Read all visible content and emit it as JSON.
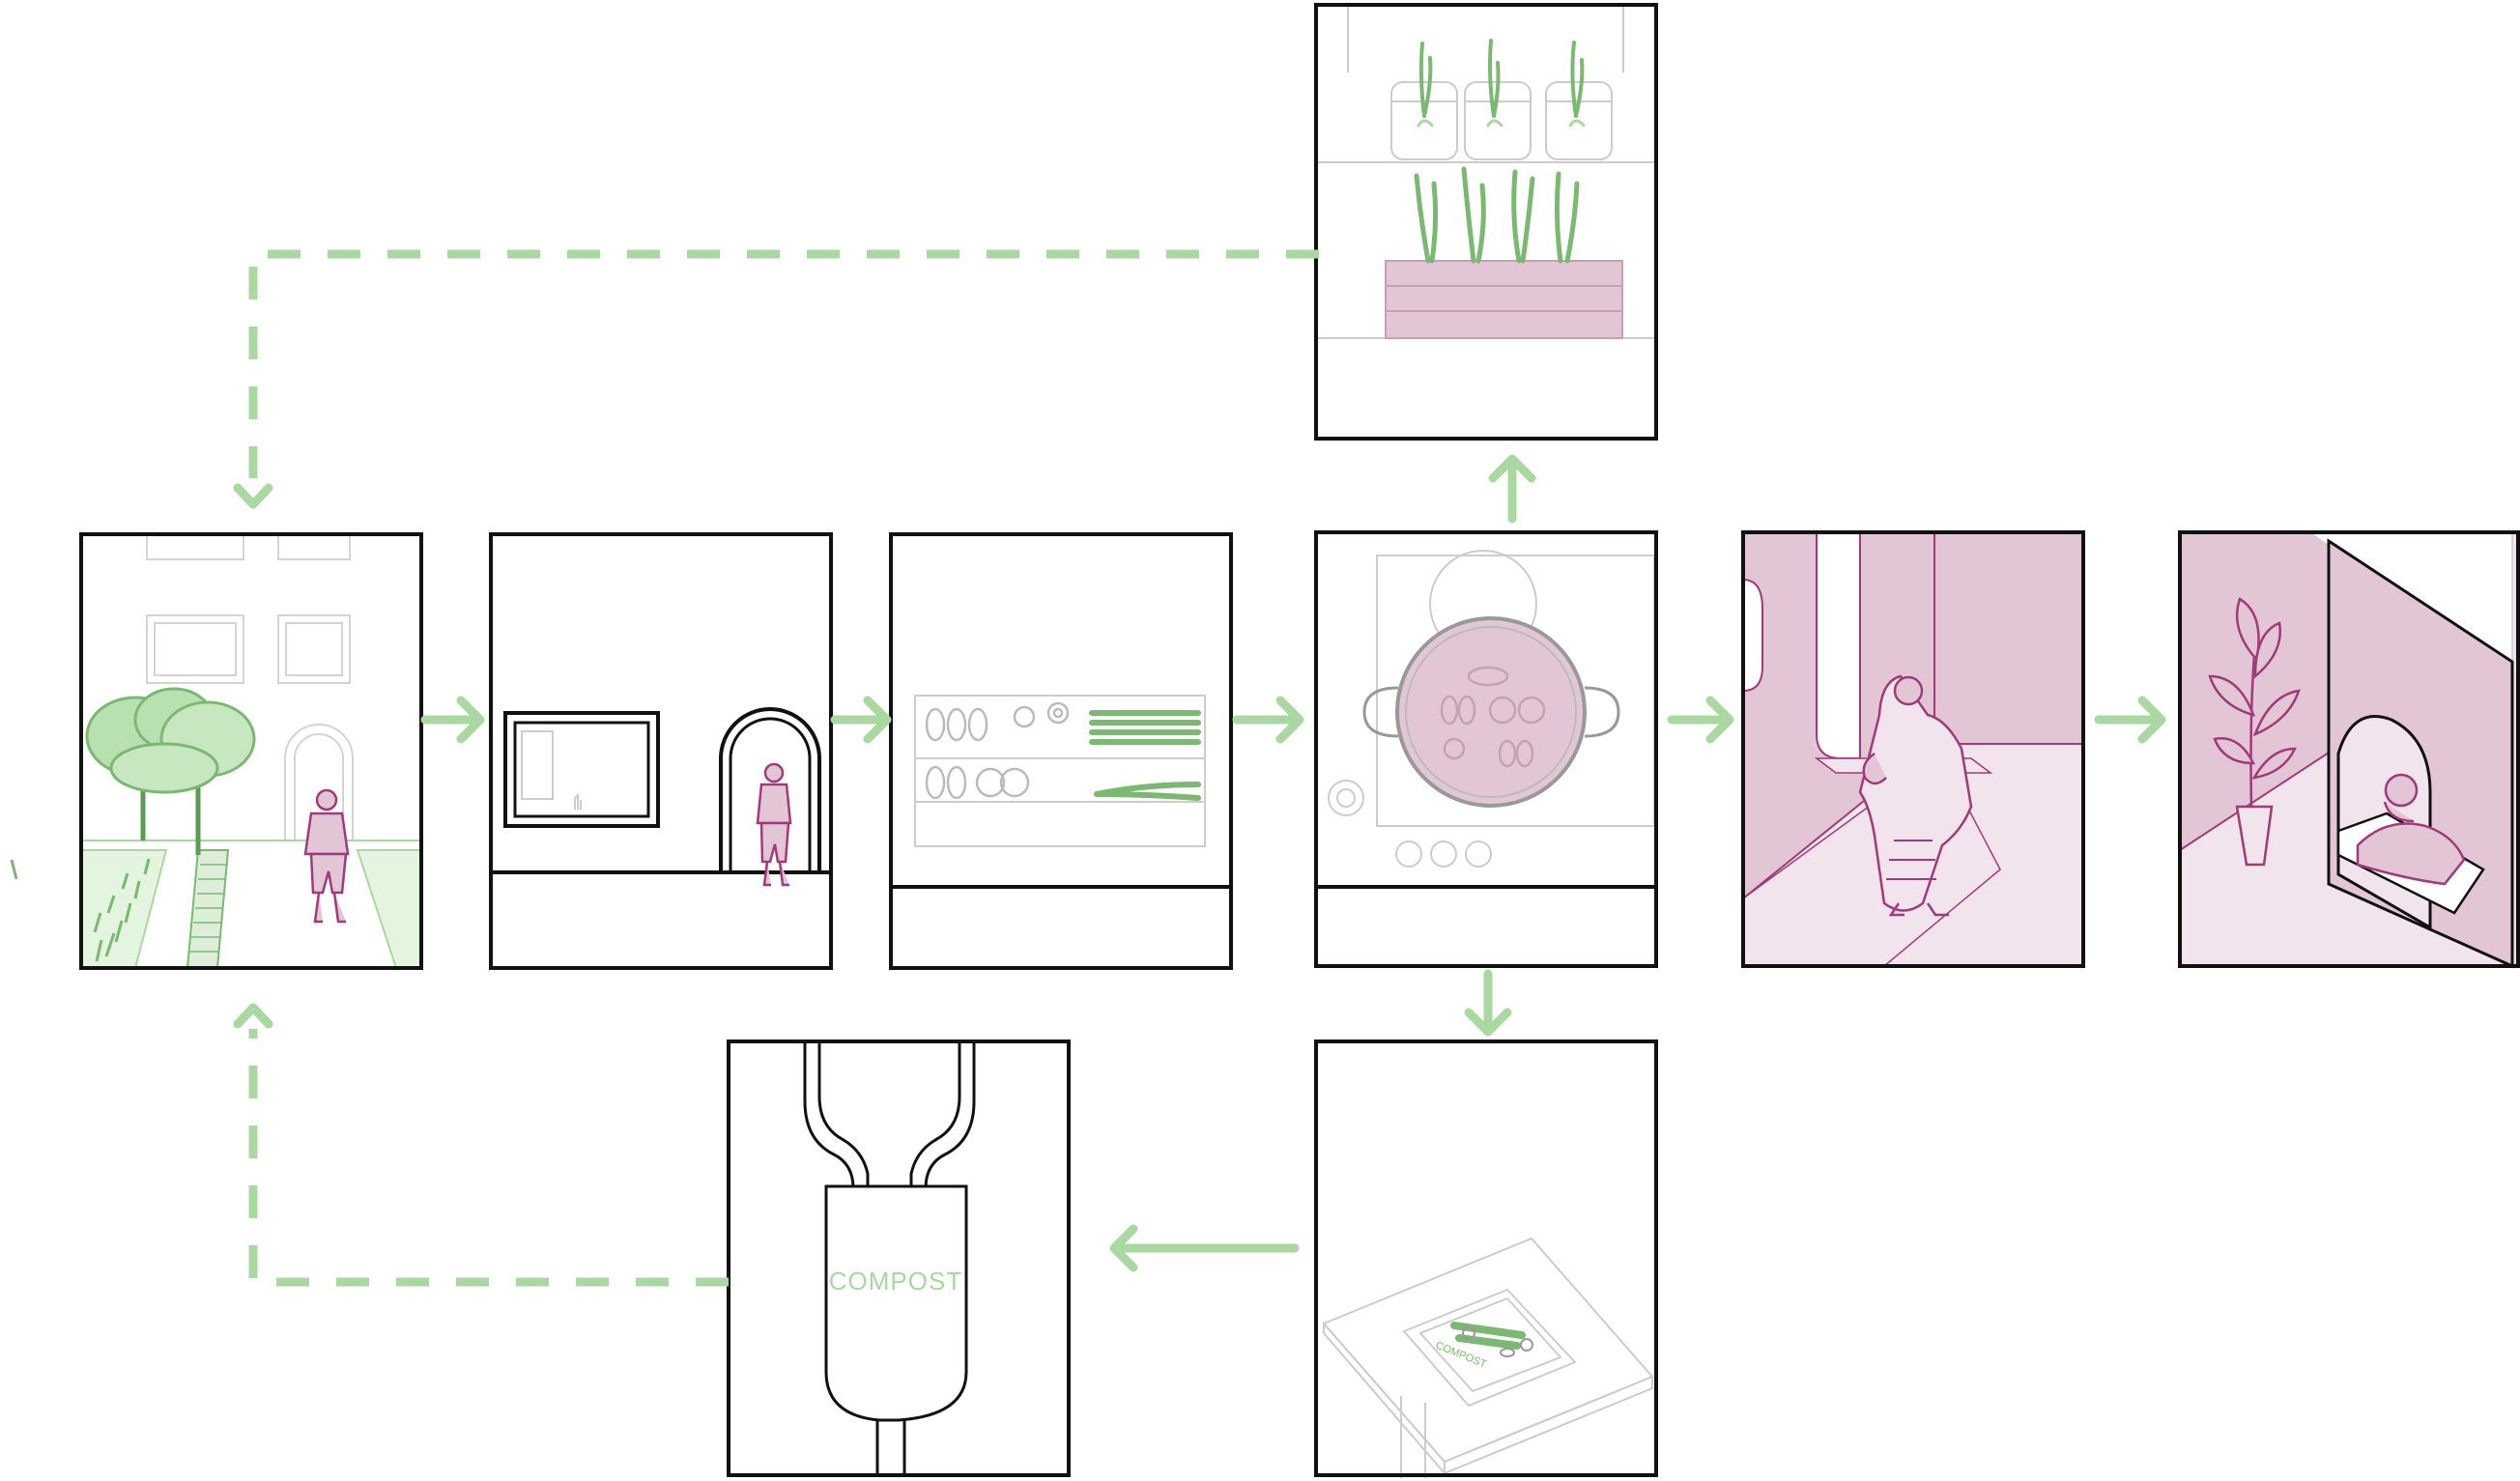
{
  "colors": {
    "green": "#a9d8a0",
    "green_dark": "#7bb872",
    "green_fill": "#e3f4df",
    "pink": "#a13a7b",
    "pink_fill": "#e3c6d5",
    "pink_light": "#f1e4ec",
    "outline": "#111111"
  },
  "panels": [
    {
      "id": "street-garden",
      "icon": "street-garden-scene"
    },
    {
      "id": "market-stall",
      "icon": "market-stall-scene"
    },
    {
      "id": "produce-shelf",
      "icon": "produce-shelf-scene"
    },
    {
      "id": "kitchen-cooking",
      "icon": "cooking-pot-scene"
    },
    {
      "id": "regrow-scraps",
      "icon": "regrow-scallions-scene"
    },
    {
      "id": "woman-serving",
      "icon": "woman-in-sari-scene"
    },
    {
      "id": "rest-room",
      "icon": "sleeping-room-scene"
    },
    {
      "id": "compost-table",
      "icon": "compost-table-scene"
    },
    {
      "id": "compost-bin",
      "icon": "compost-bin-scene"
    }
  ],
  "labels": {
    "compost_bin": "COMPOST",
    "compost_table": "COMPOST"
  }
}
